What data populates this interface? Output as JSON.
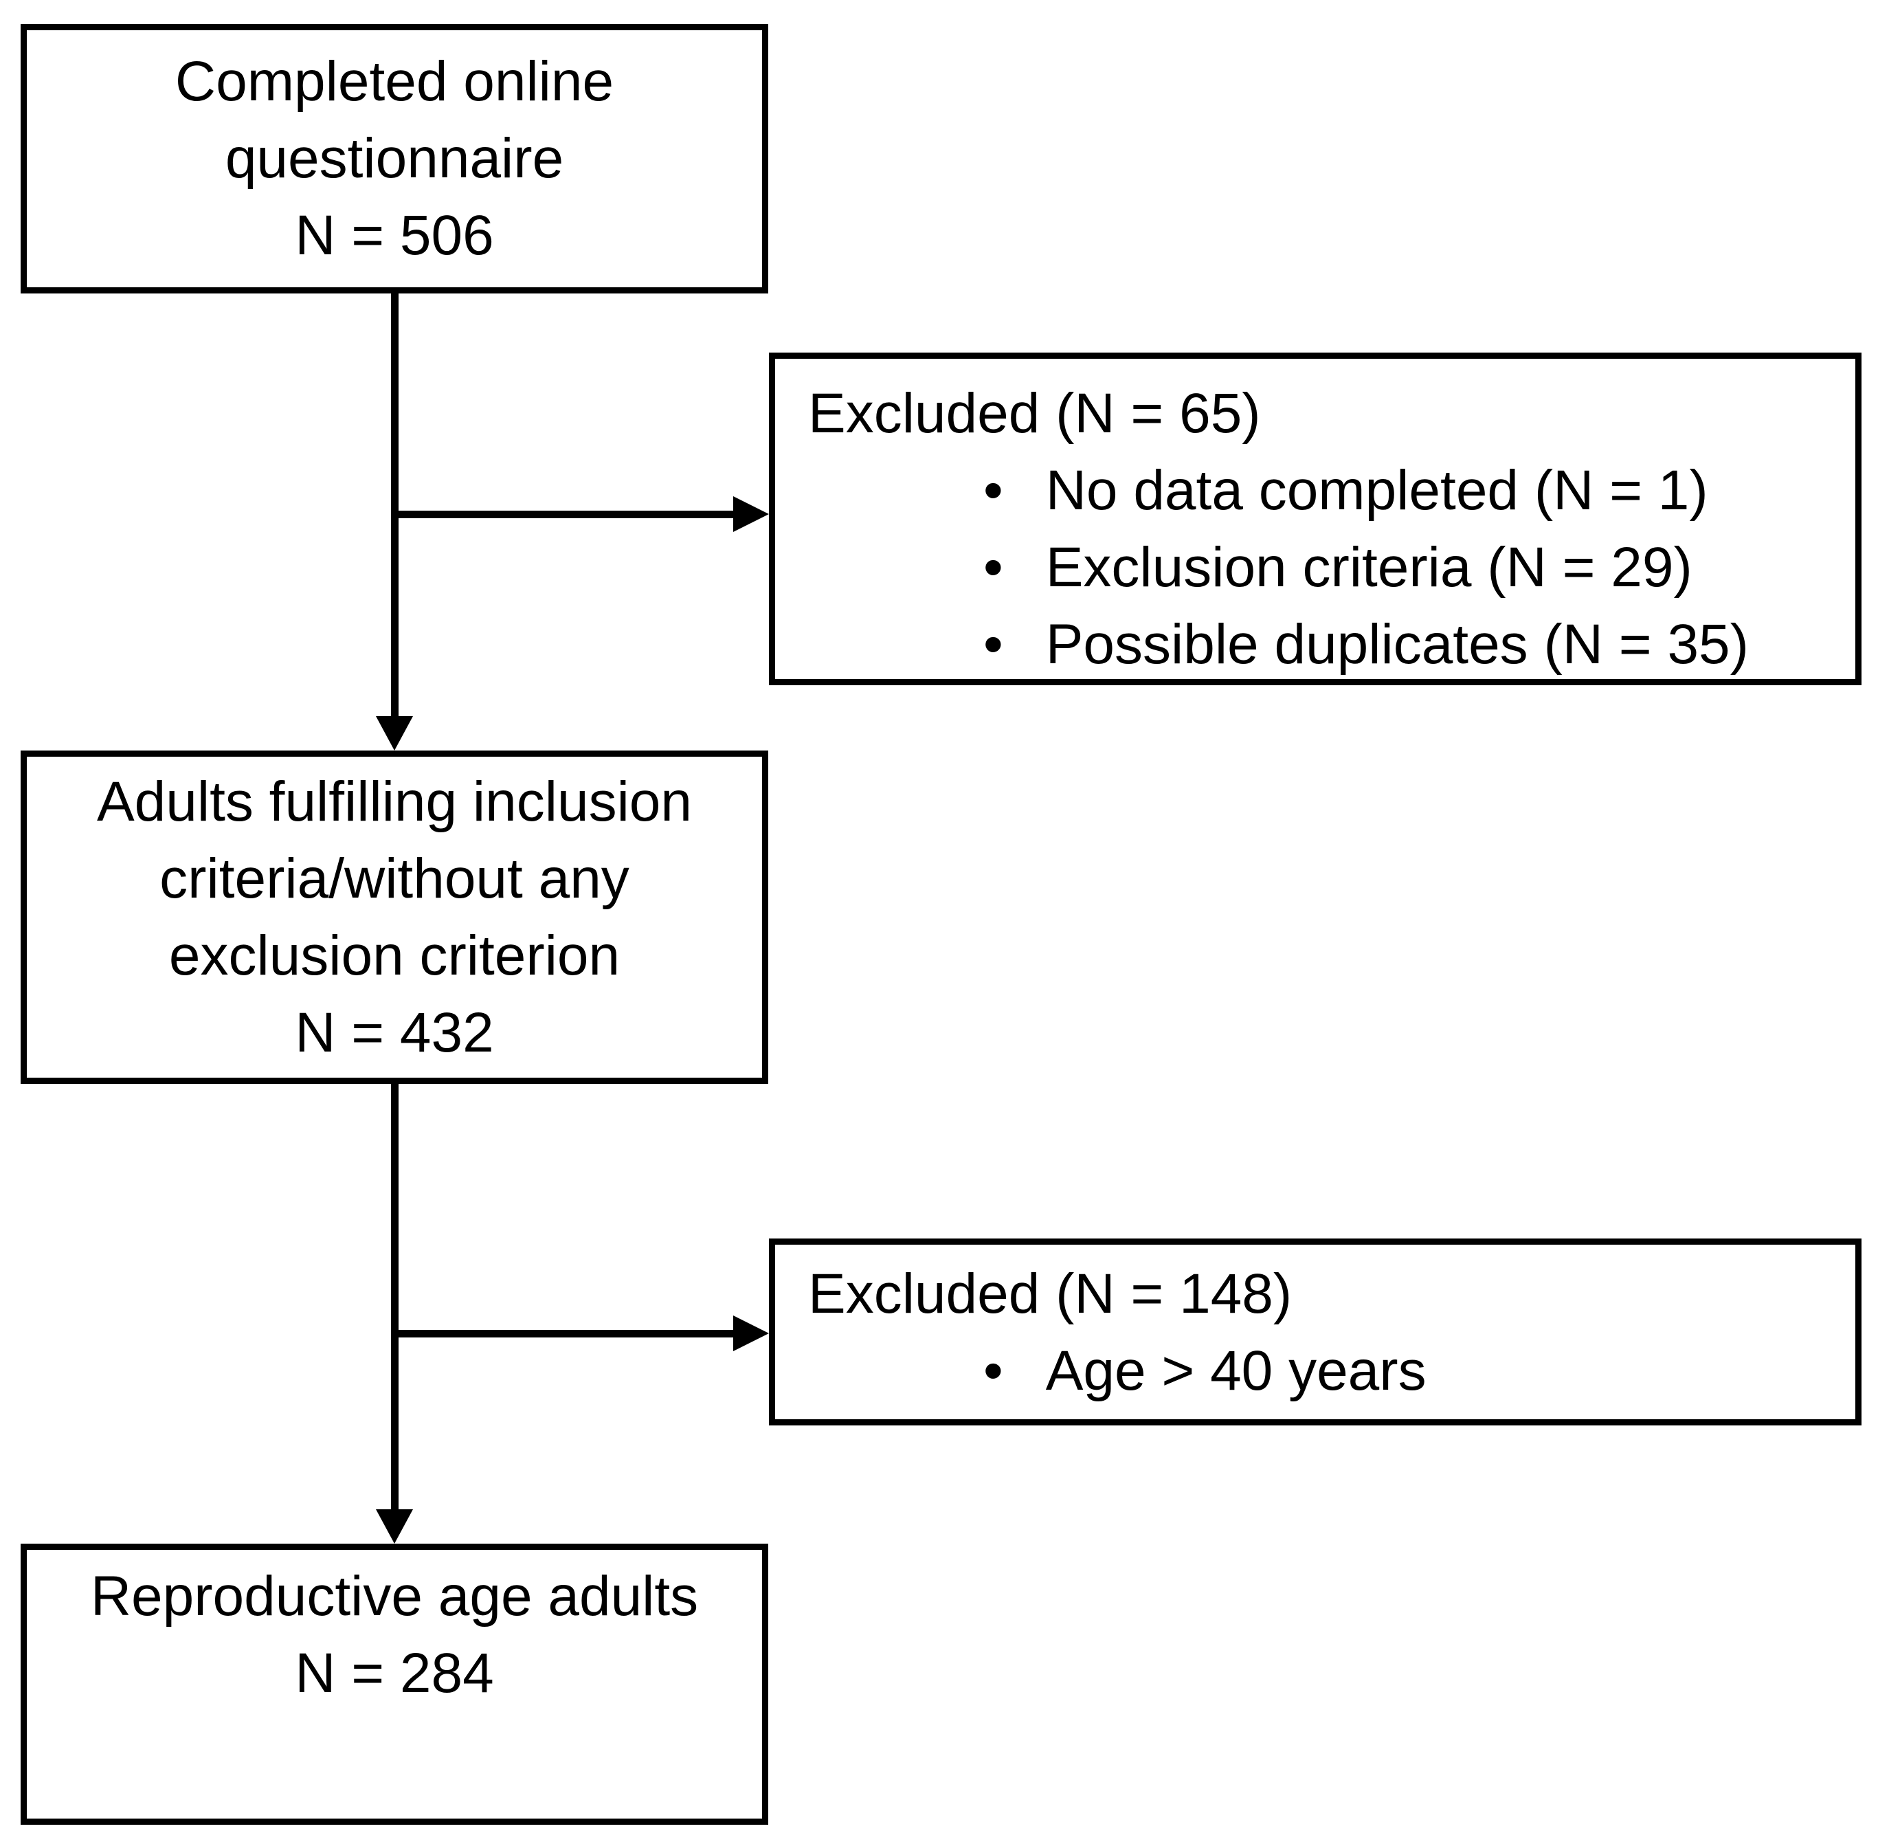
{
  "figure": {
    "type": "study-flow-diagram",
    "colors": {
      "background": "#ffffff",
      "border": "#000000",
      "text": "#000000"
    },
    "bullet_glyph": "•",
    "nodes": {
      "questionnaire": {
        "lines": [
          "Completed online",
          "questionnaire",
          "N = 506"
        ]
      },
      "excluded_screening": {
        "title": "Excluded (N = 65)",
        "bullets": [
          "No data completed (N = 1)",
          "Exclusion criteria (N = 29)",
          "Possible duplicates (N = 35)"
        ]
      },
      "inclusion": {
        "lines": [
          "Adults fulfilling inclusion",
          "criteria/without any",
          "exclusion criterion",
          "N = 432"
        ]
      },
      "excluded_age": {
        "title": "Excluded (N = 148)",
        "bullets": [
          "Age > 40 years"
        ]
      },
      "reproductive": {
        "lines": [
          "Reproductive age adults",
          "N = 284"
        ]
      }
    }
  }
}
